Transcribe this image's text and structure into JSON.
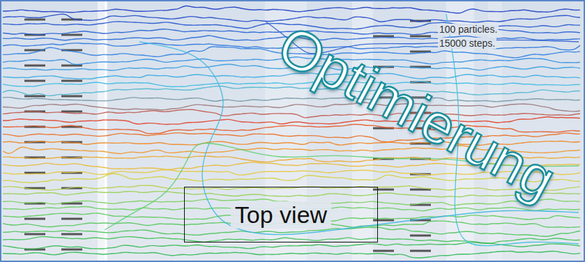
{
  "diagram": {
    "nodes": [
      {
        "text": [
          "Top view"
        ]
      }
    ],
    "labels": [
      "100 particles.",
      "15000 steps.",
      "Optimierung"
    ]
  }
}
